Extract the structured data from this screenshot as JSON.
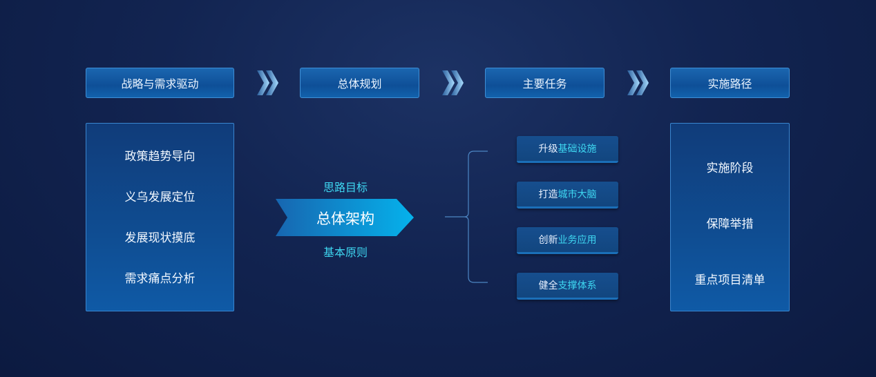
{
  "steps": [
    "战略与需求驱动",
    "总体规划",
    "主要任务",
    "实施路径"
  ],
  "left_panel": [
    "政策趋势导向",
    "义乌发展定位",
    "发展现状摸底",
    "需求痛点分析"
  ],
  "center": {
    "top": "思路目标",
    "main": "总体架构",
    "bottom": "基本原则"
  },
  "tasks": [
    {
      "prefix": "升级",
      "highlight": "基础设施"
    },
    {
      "prefix": "打造",
      "highlight": "城市大脑"
    },
    {
      "prefix": "创新",
      "highlight": "业务应用"
    },
    {
      "prefix": "健全",
      "highlight": "支撑体系"
    }
  ],
  "right_panel": [
    "实施阶段",
    "保障举措",
    "重点项目清单"
  ],
  "colors": {
    "background": "#122451",
    "accent": "#3ed6f0",
    "box": "#0f4f97"
  }
}
